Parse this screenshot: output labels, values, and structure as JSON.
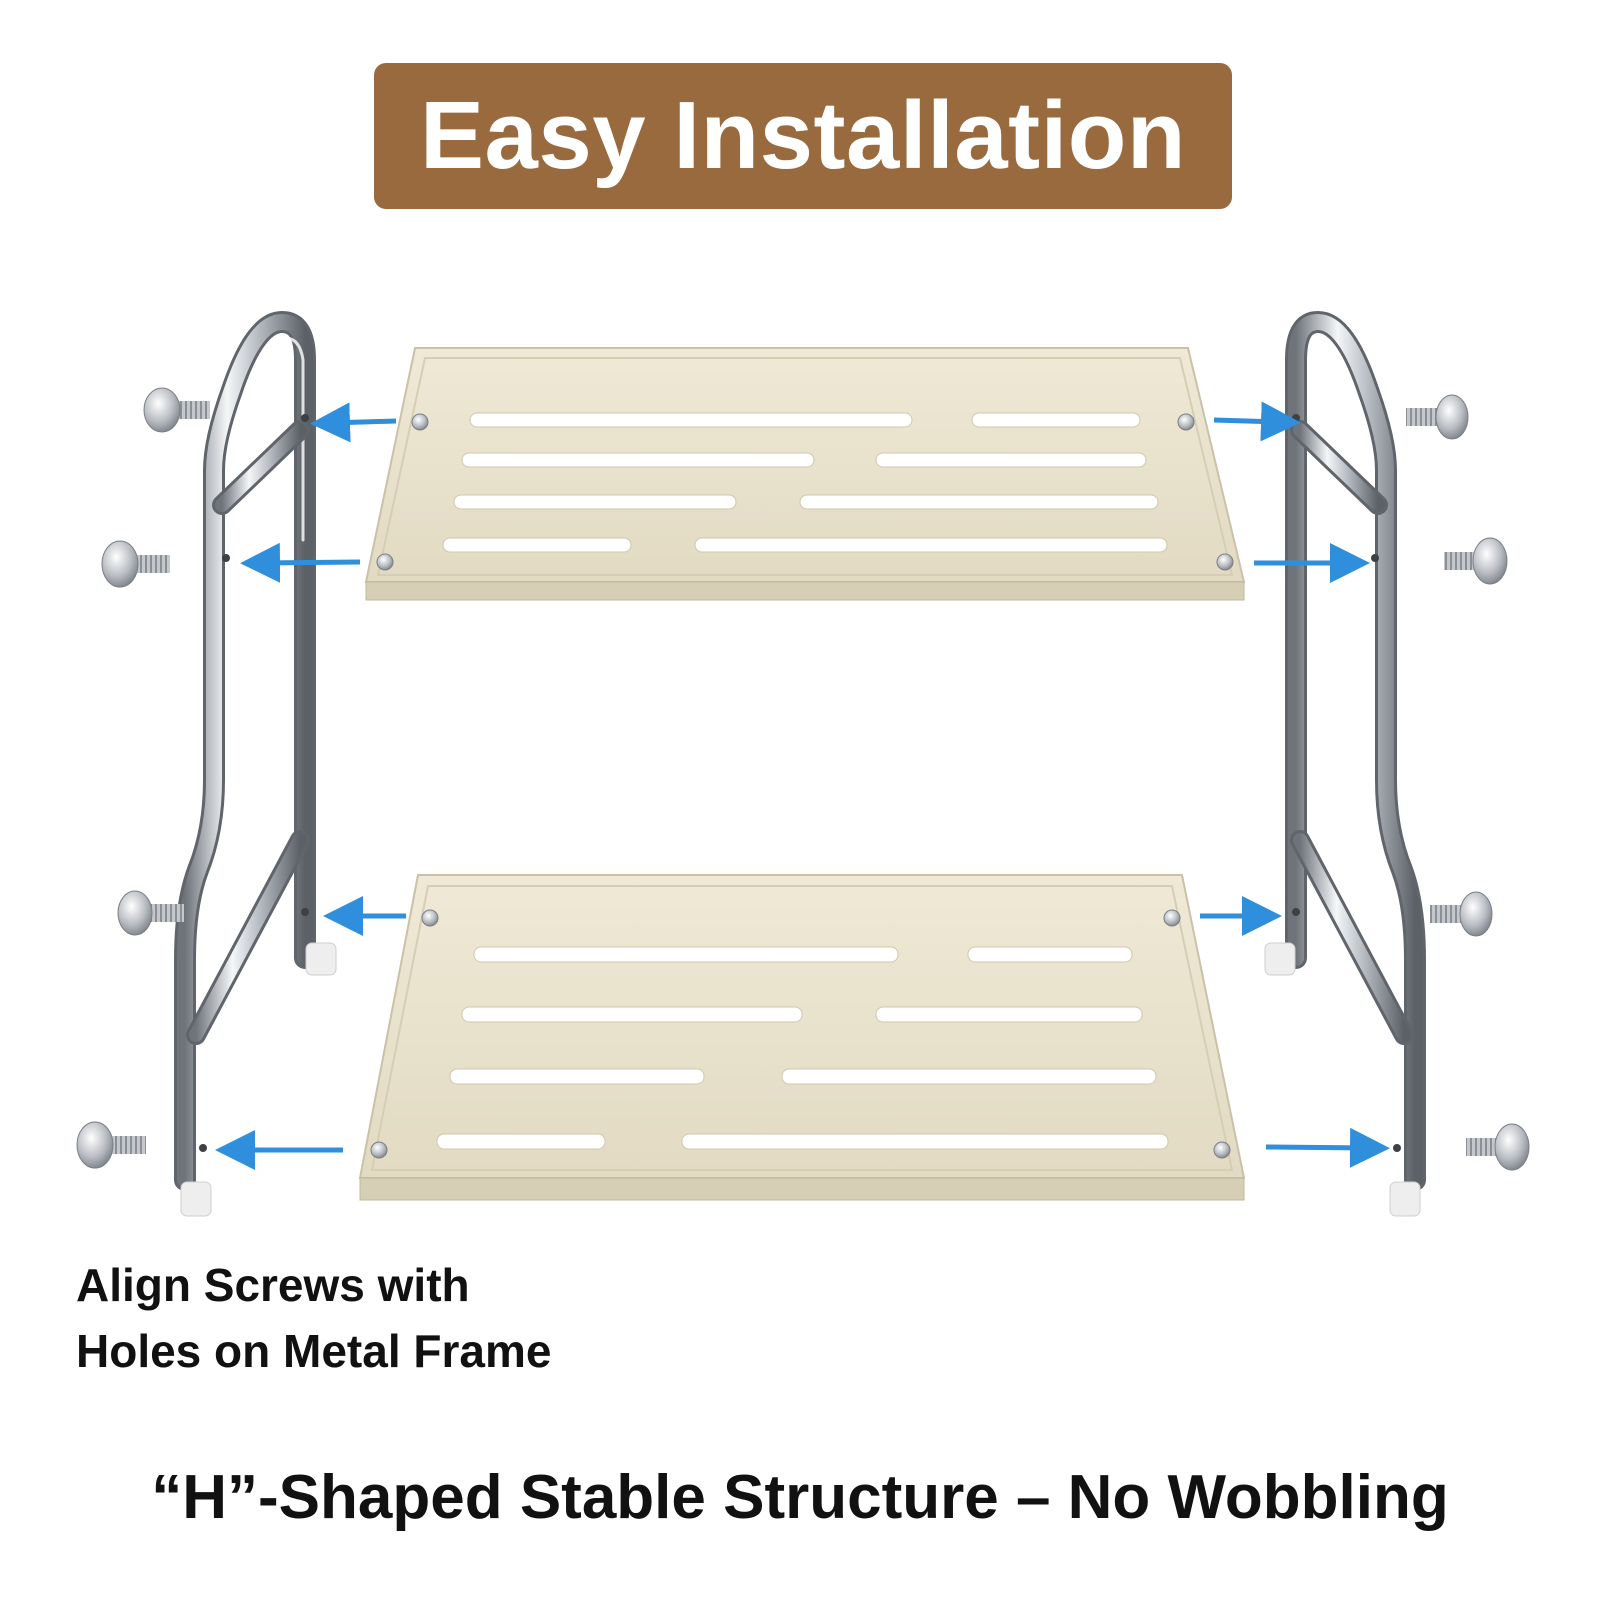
{
  "title": "Easy Installation",
  "instruction": {
    "line1": "Align Screws with",
    "line2": "Holes on Metal Frame"
  },
  "feature": "“H”-Shaped Stable Structure – No Wobbling",
  "colors": {
    "banner": "#9a6a3f",
    "shelf": "#e9e2cc",
    "arrow": "#2f8fdc",
    "chrome": "#c9ccd1"
  },
  "icons": [
    "screw-icon",
    "arrow-icon",
    "metal-frame",
    "shelf-tray",
    "rubber-foot"
  ]
}
